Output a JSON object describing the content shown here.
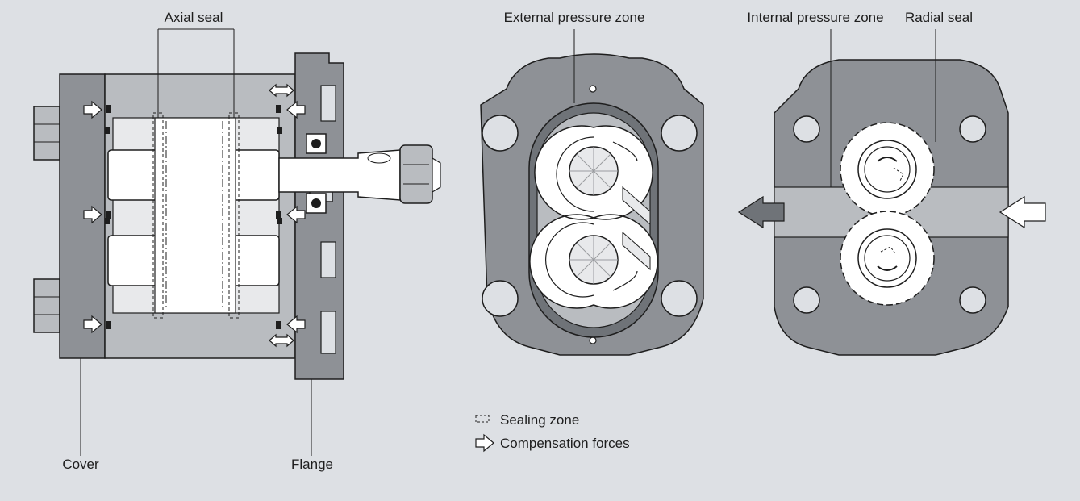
{
  "labels": {
    "axial_seal": "Axial seal",
    "external_pressure_zone": "External pressure zone",
    "internal_pressure_zone": "Internal pressure zone",
    "radial_seal": "Radial seal",
    "cover": "Cover",
    "flange": "Flange"
  },
  "legend": {
    "sealing_zone": "Sealing zone",
    "compensation_forces": "Compensation forces"
  },
  "colors": {
    "background": "#dde0e4",
    "housing": "#8e9196",
    "housing_light": "#b9bcc0",
    "housing_dark": "#6f7378",
    "line": "#1e1e1e",
    "part_white": "#ffffff"
  }
}
